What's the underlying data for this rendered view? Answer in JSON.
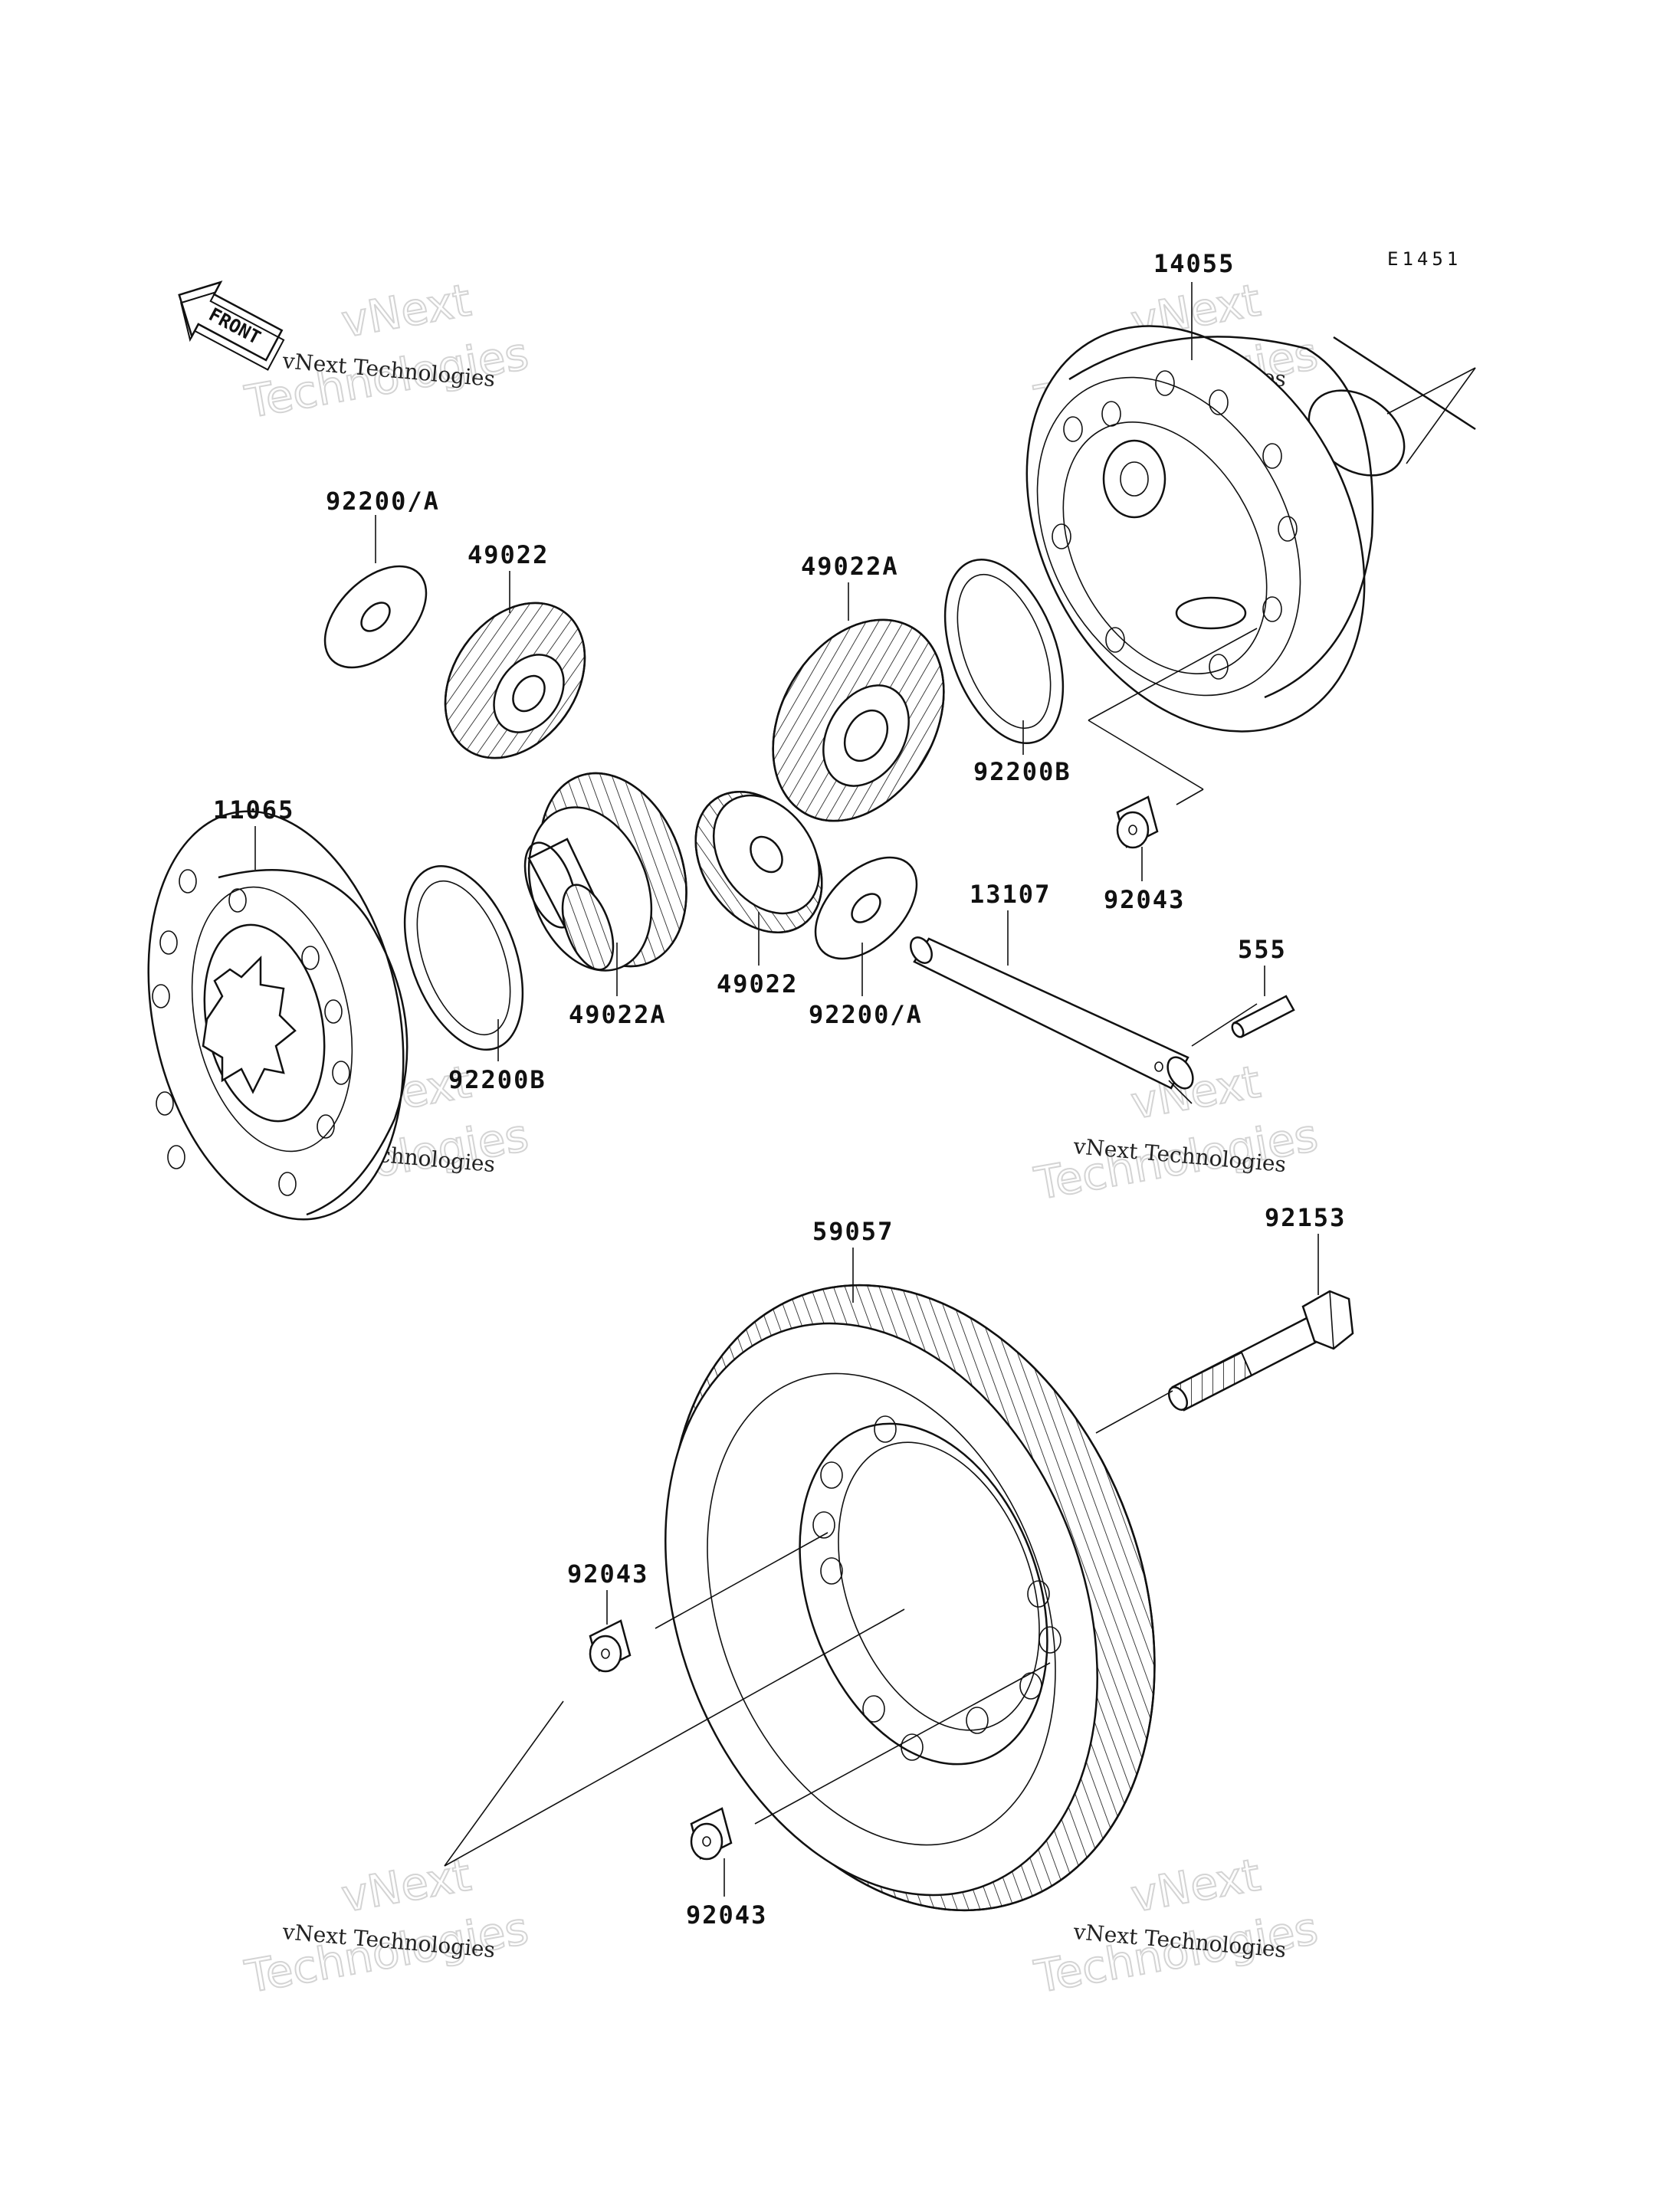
{
  "diagram": {
    "code": "E1451",
    "front_label": "FRONT",
    "watermark": {
      "line1": "vNext Technologies",
      "line2_big": "vNext",
      "line3_big": "Technologies"
    },
    "parts": [
      {
        "id": "14055",
        "label": "14055"
      },
      {
        "id": "92200-a-top",
        "label": "92200/A"
      },
      {
        "id": "49022-top",
        "label": "49022"
      },
      {
        "id": "49022a-top",
        "label": "49022A"
      },
      {
        "id": "92200b-right",
        "label": "92200B"
      },
      {
        "id": "92043-top",
        "label": "92043"
      },
      {
        "id": "11065",
        "label": "11065"
      },
      {
        "id": "92200b-left",
        "label": "92200B"
      },
      {
        "id": "49022a-bottom",
        "label": "49022A"
      },
      {
        "id": "49022-bottom",
        "label": "49022"
      },
      {
        "id": "92200-a-bottom",
        "label": "92200/A"
      },
      {
        "id": "13107",
        "label": "13107"
      },
      {
        "id": "555",
        "label": "555"
      },
      {
        "id": "59057",
        "label": "59057"
      },
      {
        "id": "92153",
        "label": "92153"
      },
      {
        "id": "92043-left",
        "label": "92043"
      },
      {
        "id": "92043-bottom",
        "label": "92043"
      }
    ]
  }
}
